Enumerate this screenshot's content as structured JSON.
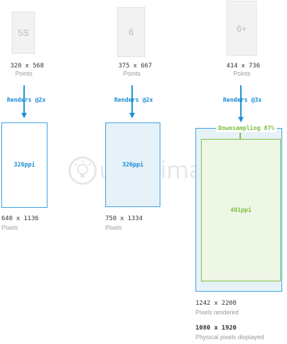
{
  "devices": [
    {
      "name": "5S",
      "points_dims": "320 x 568",
      "points_unit": "Points",
      "render_label": "Renders @2x",
      "ppi": "326ppi",
      "pixel_dims": "640 x 1136",
      "pixel_unit": "Pixels"
    },
    {
      "name": "6",
      "points_dims": "375 x 667",
      "points_unit": "Points",
      "render_label": "Renders @2x",
      "ppi": "326ppi",
      "pixel_dims": "750 x 1334",
      "pixel_unit": "Pixels"
    },
    {
      "name": "6+",
      "points_dims": "414 x 736",
      "points_unit": "Points",
      "render_label": "Renders @3x",
      "downsampling_label": "Downsampling 87%",
      "ppi": "401ppi",
      "rendered_dims": "1242 x 2208",
      "rendered_unit": "Pixels rendered",
      "physical_dims": "1080 x 1920",
      "physical_unit": "Physical pixels displayed"
    }
  ],
  "watermark": {
    "text": "uantrimang",
    "icon": "lightbulb-icon"
  },
  "colors": {
    "blue": "#1b8fd6",
    "blue_border": "#3aa0de",
    "light_blue_fill": "#e6f1f8",
    "green": "#7cc13e",
    "green_fill": "#eef6e6",
    "device_gray": "#f2f2f2"
  }
}
